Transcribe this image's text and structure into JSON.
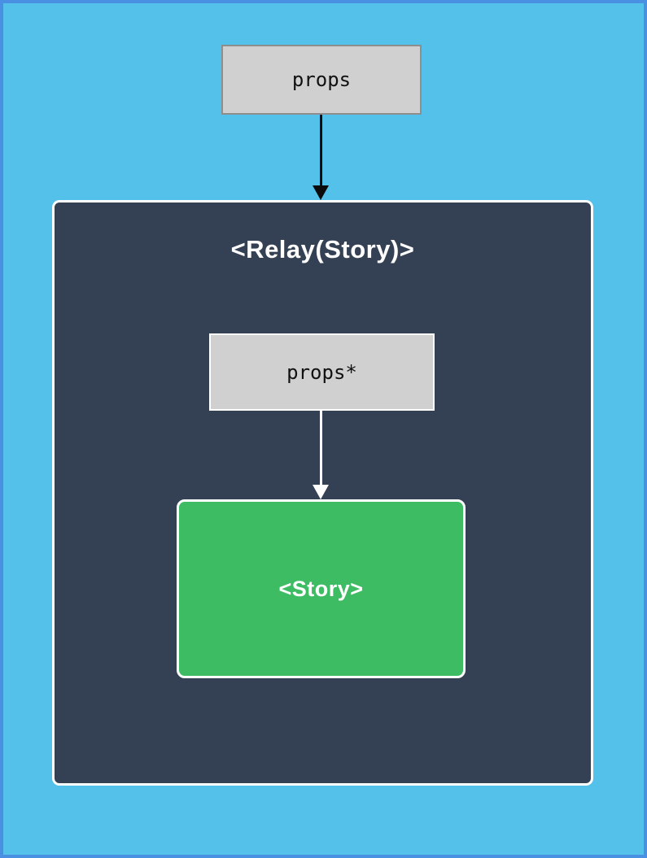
{
  "diagram": {
    "outer_props_label": "props",
    "relay_component": {
      "title": "<Relay(Story)>",
      "inner_props_label": "props*",
      "child_component_label": "<Story>"
    },
    "colors": {
      "background": "#53c1e9",
      "page_border": "#4a90e2",
      "container_bg": "#344154",
      "props_box_bg": "#d0d0d0",
      "props_box_border": "#8e8e8e",
      "story_green": "#3dbc64",
      "arrow_dark": "#0b0b0b",
      "arrow_light": "#ffffff",
      "text_dark": "#111111",
      "text_light": "#ffffff"
    }
  }
}
